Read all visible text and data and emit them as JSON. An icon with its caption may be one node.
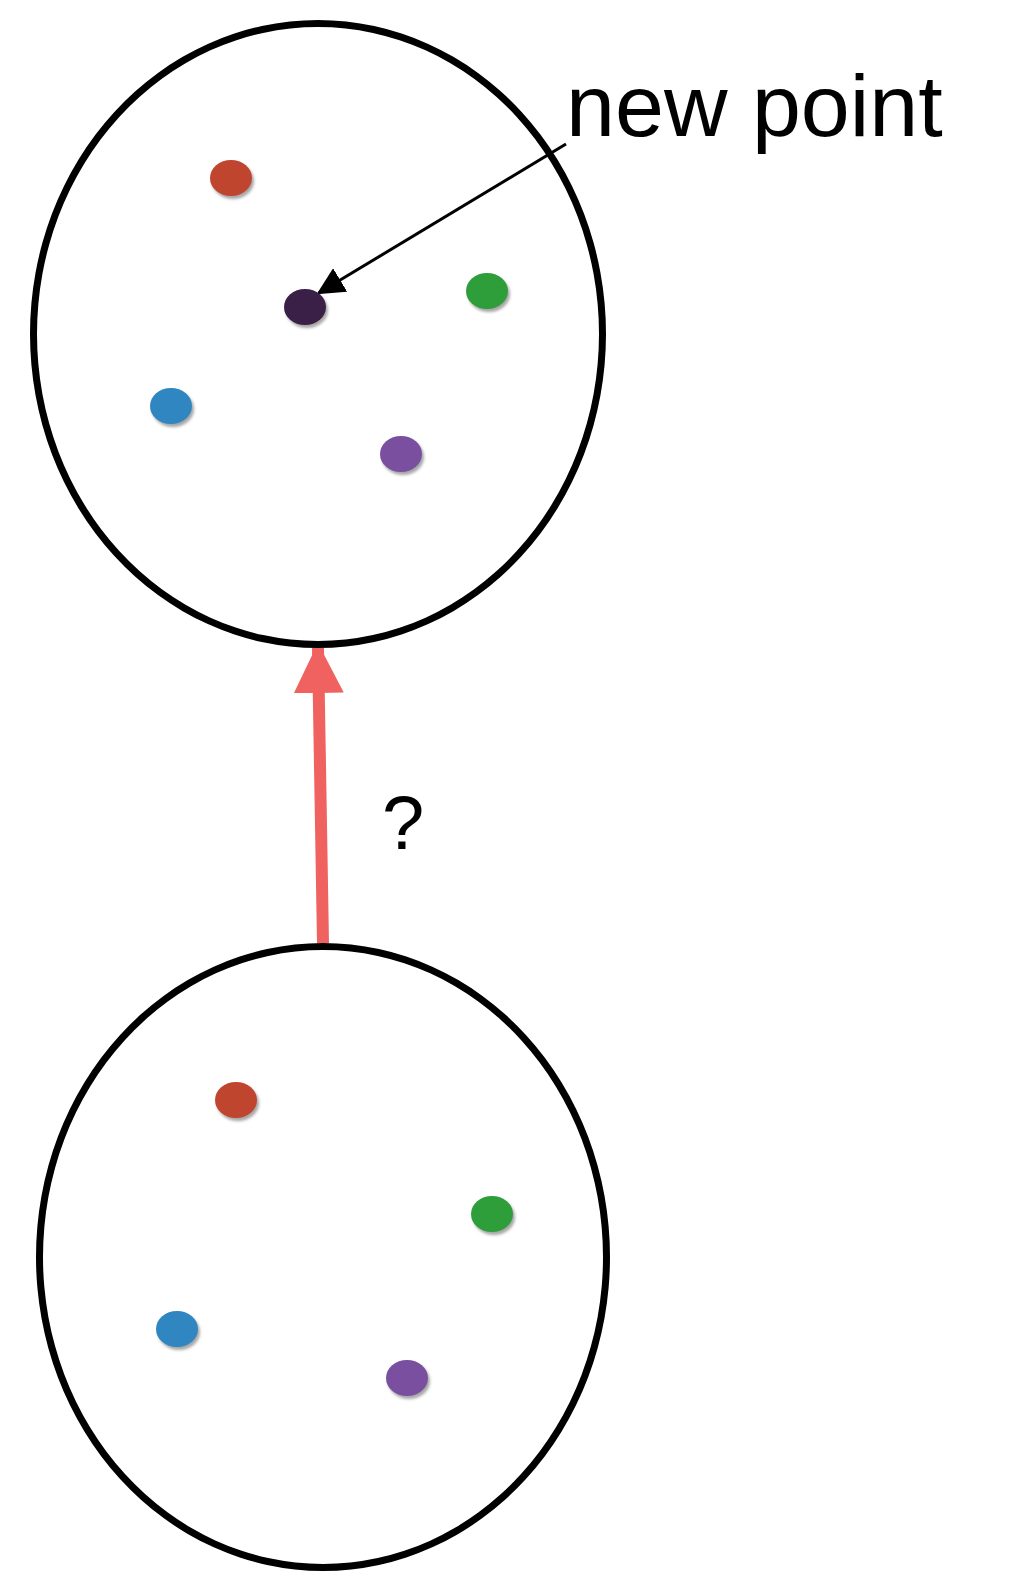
{
  "diagram": {
    "nodes": [
      {
        "text": [],
        "shape": "circle"
      },
      {
        "text": [],
        "shape": "circle",
        "in": 0
      },
      {
        "text": [],
        "shape": "circle",
        "in": 0
      },
      {
        "text": [],
        "shape": "circle",
        "in": 0
      },
      {
        "text": [],
        "shape": "circle",
        "in": 0
      },
      {
        "text": [],
        "shape": "circle",
        "in": 0
      },
      {
        "text": [
          "new point"
        ]
      },
      {
        "text": [],
        "shape": "circle"
      },
      {
        "text": [],
        "shape": "circle",
        "in": 7
      },
      {
        "text": [],
        "shape": "circle",
        "in": 7
      },
      {
        "text": [],
        "shape": "circle",
        "in": 7
      },
      {
        "text": [],
        "shape": "circle",
        "in": 7
      }
    ],
    "edges": [
      {
        "from": 6,
        "to": 2,
        "arrow": "to"
      },
      {
        "from": 7,
        "to": 0,
        "arrow": "to",
        "label": "?",
        "style": "thick",
        "color": "#f0625f"
      }
    ]
  }
}
